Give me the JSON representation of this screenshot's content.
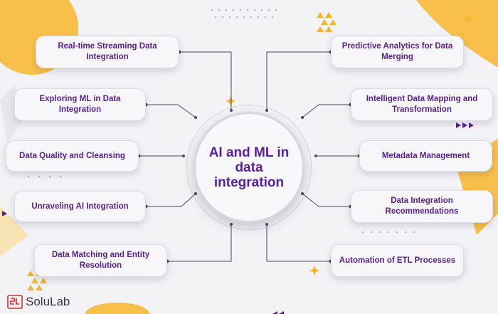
{
  "center": {
    "title": "AI and ML in data integration"
  },
  "left_items": [
    {
      "label": "Real-time Streaming Data Integration"
    },
    {
      "label": "Exploring ML in Data Integration"
    },
    {
      "label": "Data Quality and Cleansing"
    },
    {
      "label": "Unraveling AI Integration"
    },
    {
      "label": "Data Matching and Entity Resolution"
    }
  ],
  "right_items": [
    {
      "label": "Predictive Analytics for Data Merging"
    },
    {
      "label": "Intelligent Data Mapping and Transformation"
    },
    {
      "label": "Metadata Management"
    },
    {
      "label": "Data Integration Recommendations"
    },
    {
      "label": "Automation of ETL Processes"
    }
  ],
  "brand": {
    "name": "SoluLab",
    "icon": "solulab-logo-icon"
  },
  "colors": {
    "accent_purple": "#5a2290",
    "accent_yellow": "#f8c04a",
    "connector": "#4a4a55"
  }
}
